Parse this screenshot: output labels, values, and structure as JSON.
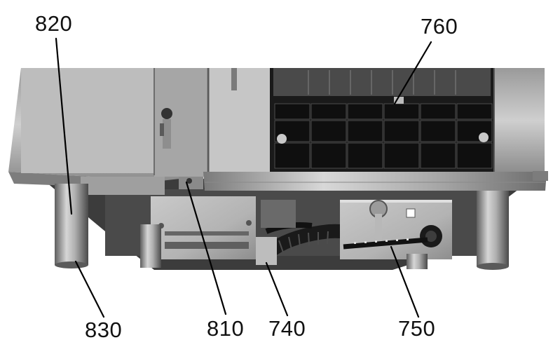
{
  "callouts": [
    {
      "id": "820",
      "label": "820"
    },
    {
      "id": "760",
      "label": "760"
    },
    {
      "id": "830",
      "label": "830"
    },
    {
      "id": "810",
      "label": "810"
    },
    {
      "id": "740",
      "label": "740"
    },
    {
      "id": "750",
      "label": "750"
    }
  ],
  "colors": {
    "stainless_light": "#d4d4d4",
    "stainless_mid": "#a9a9a9",
    "stainless_dark": "#6e6e6e",
    "shadow": "#3a3a3a",
    "basket_black": "#151515",
    "leader_line": "#000000"
  }
}
